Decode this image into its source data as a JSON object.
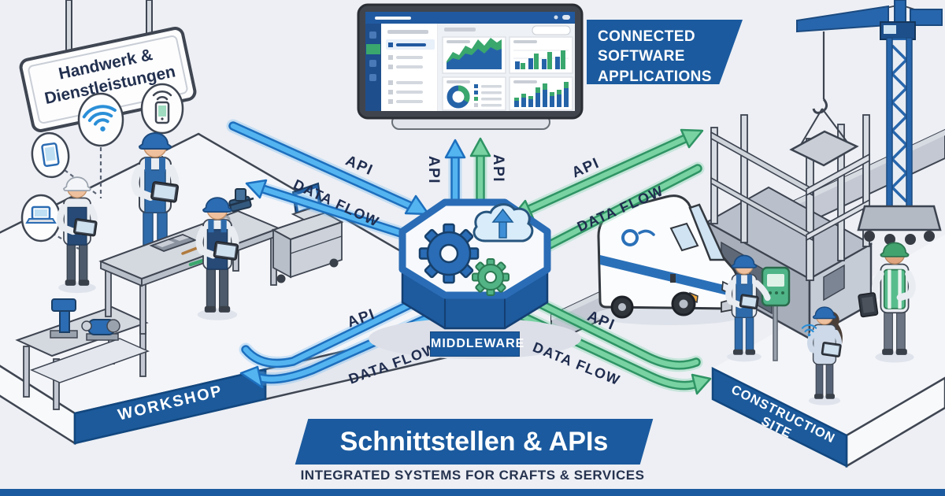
{
  "sign": {
    "line1": "Handwerk &",
    "line2": "Dienstleistungen"
  },
  "badge": {
    "line1": "CONNECTED",
    "line2": "SOFTWARE",
    "line3": "APPLICATIONS"
  },
  "middleware": {
    "label": "MIDDLEWARE"
  },
  "zones": {
    "workshop": "WORKSHOP",
    "construction": "CONSTRUCTION SITE"
  },
  "arrows": {
    "top_left": {
      "api": "API",
      "data_flow": "DATA FLOW"
    },
    "top_center": {
      "api_blue": "API",
      "api_green": "API"
    },
    "top_right": {
      "api": "API",
      "data_flow": "DATA FLOW"
    },
    "bottom_left": {
      "api": "API",
      "data_flow": "DATA FLOW"
    },
    "bottom_right": {
      "api": "API",
      "data_flow": "DATA FLOW"
    }
  },
  "footer": {
    "title": "Schnittstellen & APIs",
    "subtitle": "INTEGRATED SYSTEMS FOR CRAFTS & SERVICES"
  },
  "icons": [
    "tablet-icon",
    "wifi-icon",
    "smartphone-icon",
    "laptop-icon",
    "gear-icon",
    "cloud-upload-icon",
    "chart-area-icon",
    "chart-bar-icon",
    "chart-donut-icon",
    "crane-hook-icon"
  ],
  "colors": {
    "brand_blue": "#1b5a9e",
    "arrow_blue": "#54b4f0",
    "arrow_green": "#79d2a2",
    "navy_text": "#1f2c4e",
    "dashboard_blue": "#2563a8",
    "dashboard_green": "#3aa76d"
  }
}
